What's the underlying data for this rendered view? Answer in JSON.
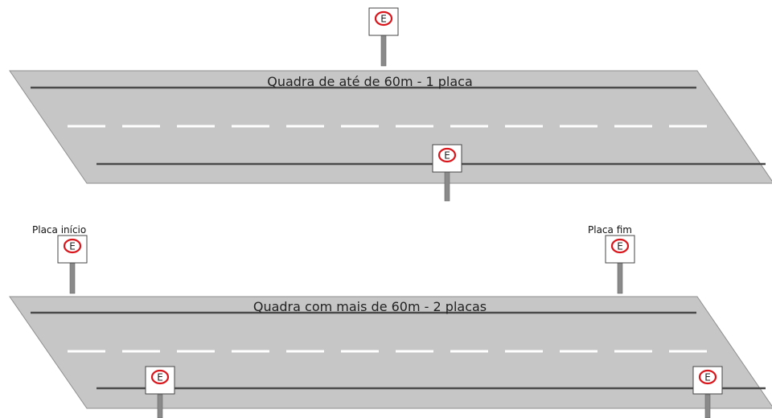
{
  "colors": {
    "road": "#c6c6c6",
    "road_edge": "#8f8f8f",
    "edge_line": "#4a4a4a",
    "center_dash": "#ffffff",
    "post": "#8a8a8a",
    "sign_face": "#ffffff",
    "sign_border": "#444444",
    "sign_circle": "#d8161b"
  },
  "sign": {
    "letter": "E",
    "icon": "no-parking-sign-icon"
  },
  "diagram_top": {
    "title": "Quadra de até de 60m - 1 placa"
  },
  "diagram_bottom": {
    "title": "Quadra com mais de 60m - 2 placas",
    "start_sign_label": "Placa início",
    "end_sign_label": "Placa fim"
  }
}
